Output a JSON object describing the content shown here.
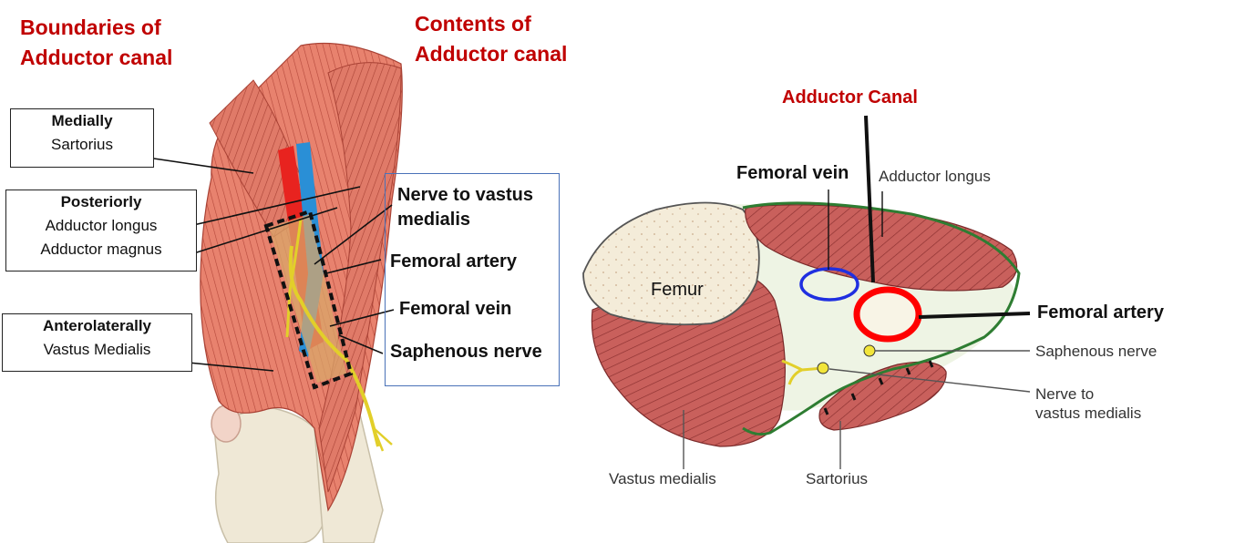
{
  "left_figure": {
    "title_boundaries": "Boundaries of\nAdductor canal",
    "title_contents": "Contents of\nAdductor canal",
    "boundaries": [
      {
        "heading": "Medially",
        "items": [
          "Sartorius"
        ]
      },
      {
        "heading": "Posteriorly",
        "items": [
          "Adductor longus",
          "Adductor magnus"
        ]
      },
      {
        "heading": "Anterolaterally",
        "items": [
          "Vastus Medialis"
        ]
      }
    ],
    "contents": [
      "Nerve to vastus\nmedialis",
      "Femoral artery",
      "Femoral vein",
      "Saphenous nerve"
    ]
  },
  "right_figure": {
    "title": "Adductor Canal",
    "femur": "Femur",
    "femoral_vein": "Femoral vein",
    "adductor_longus": "Adductor longus",
    "femoral_artery": "Femoral artery",
    "saphenous_nerve": "Saphenous nerve",
    "nerve_to_vastus": "Nerve to\nvastus medialis",
    "vastus_medialis": "Vastus medialis",
    "sartorius": "Sartorius"
  },
  "colors": {
    "title_red": "#c00000",
    "muscle": "#e07a68",
    "artery": "#e8231f",
    "vein": "#2a8fd6",
    "nerve": "#f2e53a",
    "section_muscle": "#c25555",
    "canal_outline": "#2e7d32",
    "femoral_vein_ring": "#1f2fe0",
    "femoral_artery_ring": "#ff0000"
  }
}
